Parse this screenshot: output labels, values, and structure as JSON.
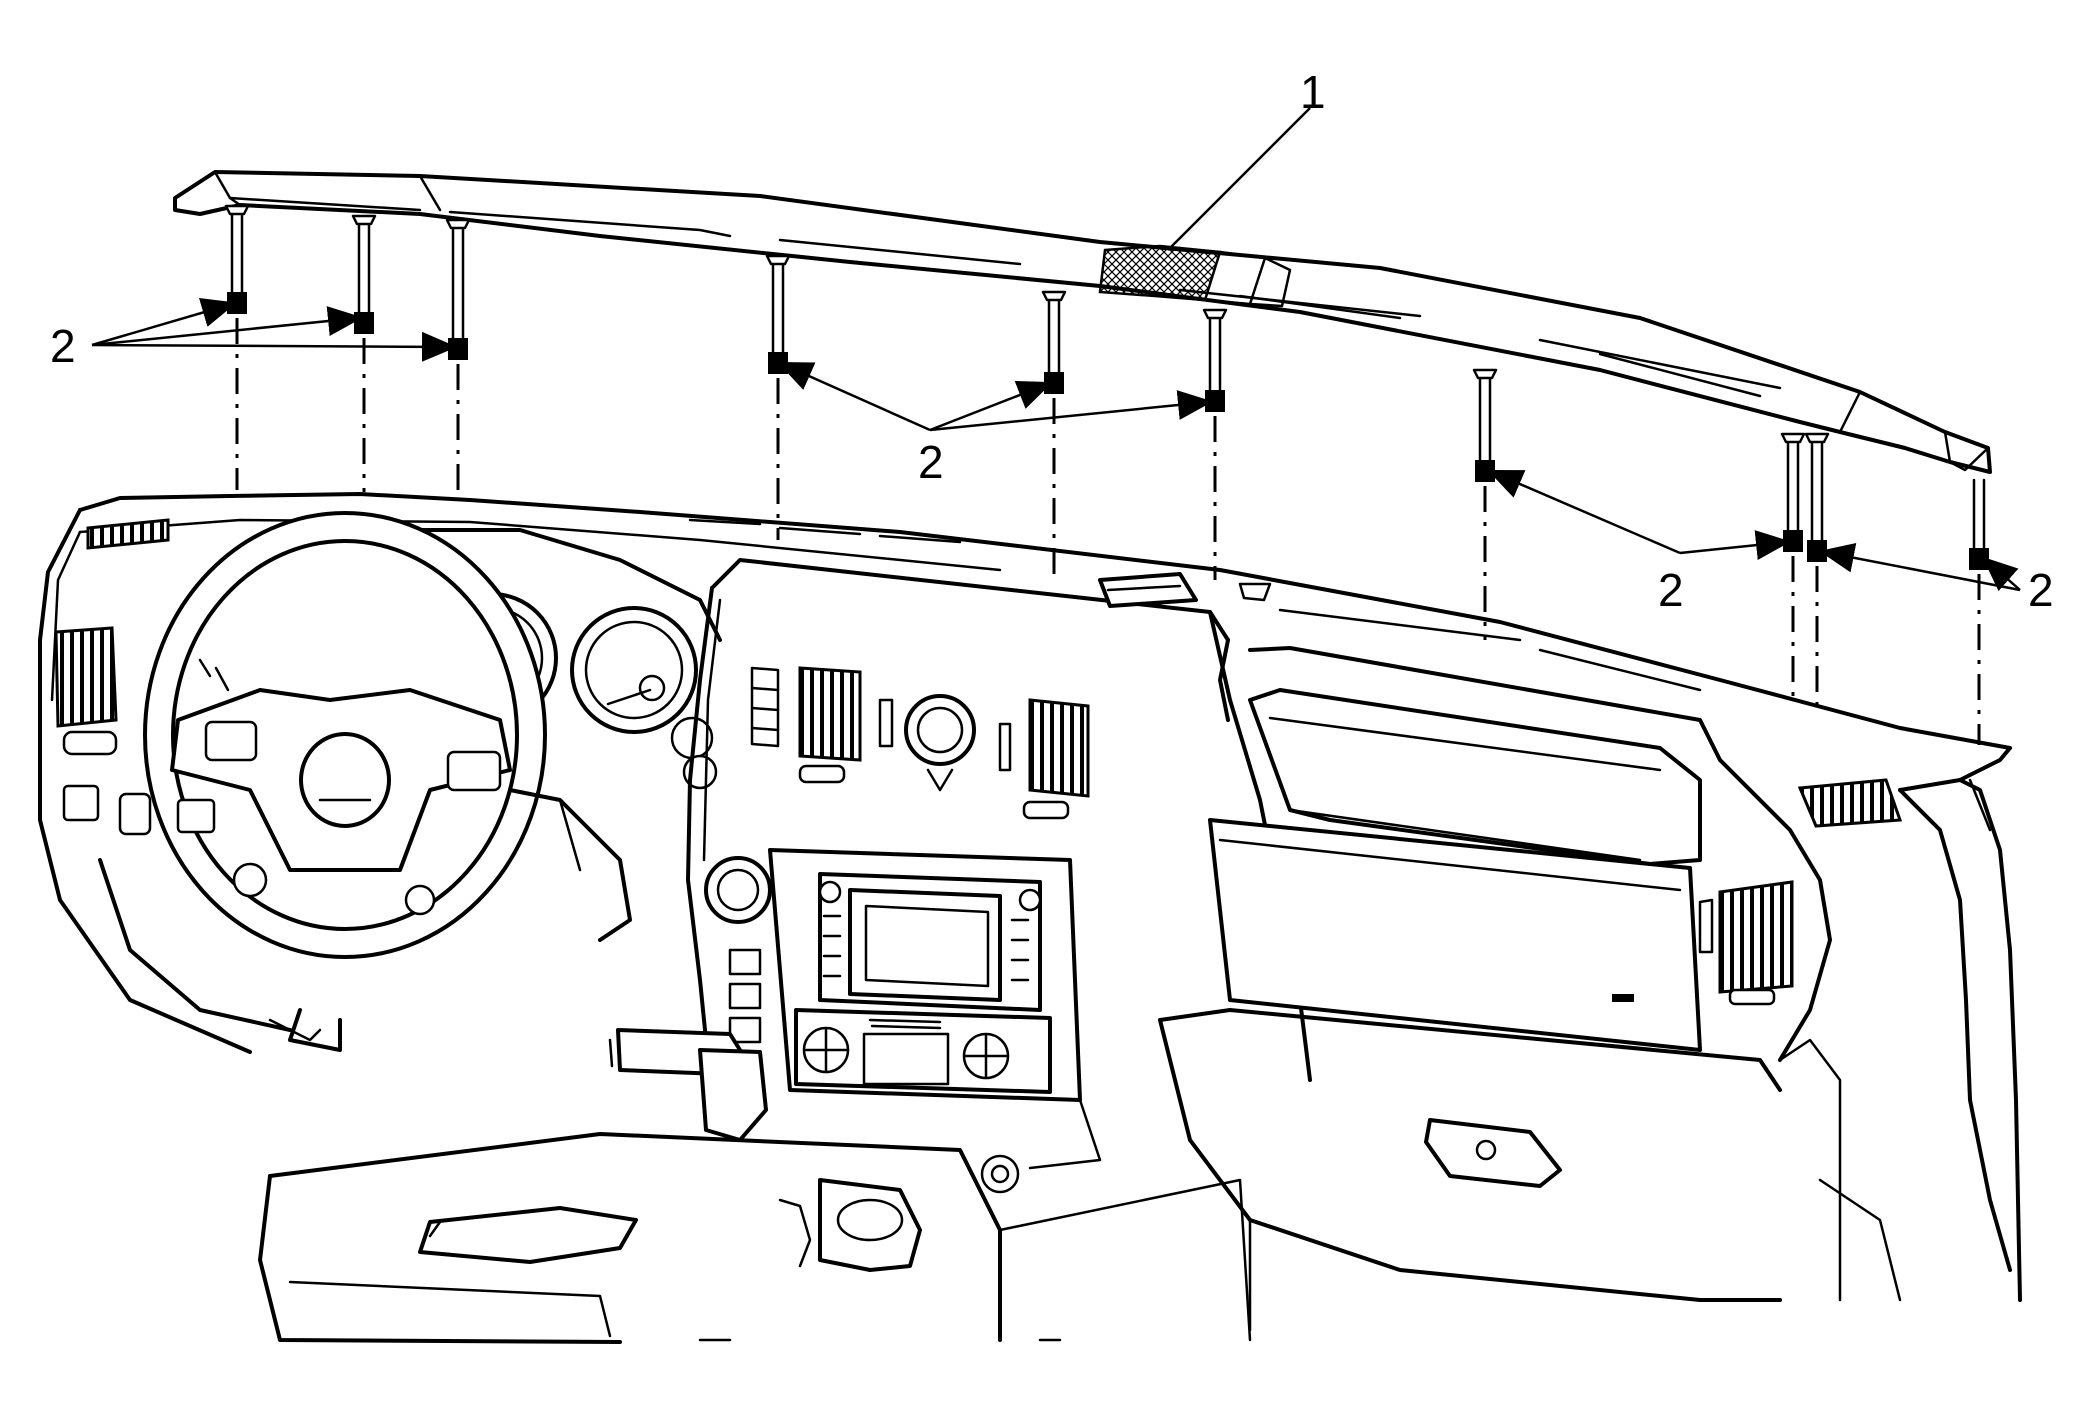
{
  "figure": {
    "callouts": {
      "pad": "1",
      "retainer_group_left": "2",
      "retainer_group_center": "2",
      "retainer_group_right_a": "2",
      "retainer_group_right_b": "2"
    }
  }
}
